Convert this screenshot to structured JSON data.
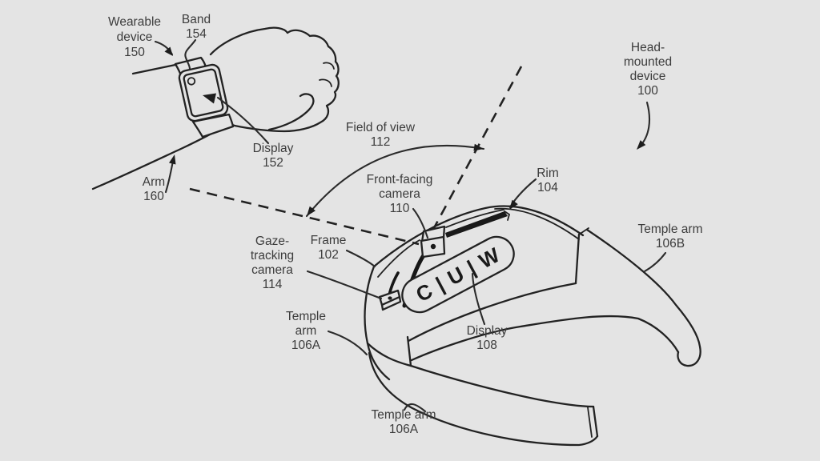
{
  "figure": {
    "description": "Patent-style line diagram of a wearable device (smartwatch) and a head-mounted device (smart glasses)",
    "background_color": "#e4e4e4",
    "ink_color": "#222222"
  },
  "hmd_display_text": "C | U | W",
  "labels": {
    "wearable_device": {
      "lines": [
        "Wearable",
        "device",
        "150"
      ]
    },
    "band": {
      "lines": [
        "Band",
        "154"
      ]
    },
    "display_152": {
      "lines": [
        "Display",
        "152"
      ]
    },
    "arm_160": {
      "lines": [
        "Arm",
        "160"
      ]
    },
    "field_of_view": {
      "lines": [
        "Field of view",
        "112"
      ]
    },
    "front_facing_camera": {
      "lines": [
        "Front-facing",
        "camera",
        "110"
      ]
    },
    "head_mounted_device": {
      "lines": [
        "Head-",
        "mounted",
        "device",
        "100"
      ]
    },
    "rim": {
      "lines": [
        "Rim",
        "104"
      ]
    },
    "temple_arm_106b": {
      "lines": [
        "Temple arm",
        "106B"
      ]
    },
    "frame_102": {
      "lines": [
        "Frame",
        "102"
      ]
    },
    "gaze_tracking_camera": {
      "lines": [
        "Gaze-",
        "tracking",
        "camera",
        "114"
      ]
    },
    "temple_arm_106a_left": {
      "lines": [
        "Temple",
        "arm",
        "106A"
      ]
    },
    "display_108": {
      "lines": [
        "Display",
        "108"
      ]
    },
    "temple_arm_106a_bottom": {
      "lines": [
        "Temple arm",
        "106A"
      ]
    }
  }
}
